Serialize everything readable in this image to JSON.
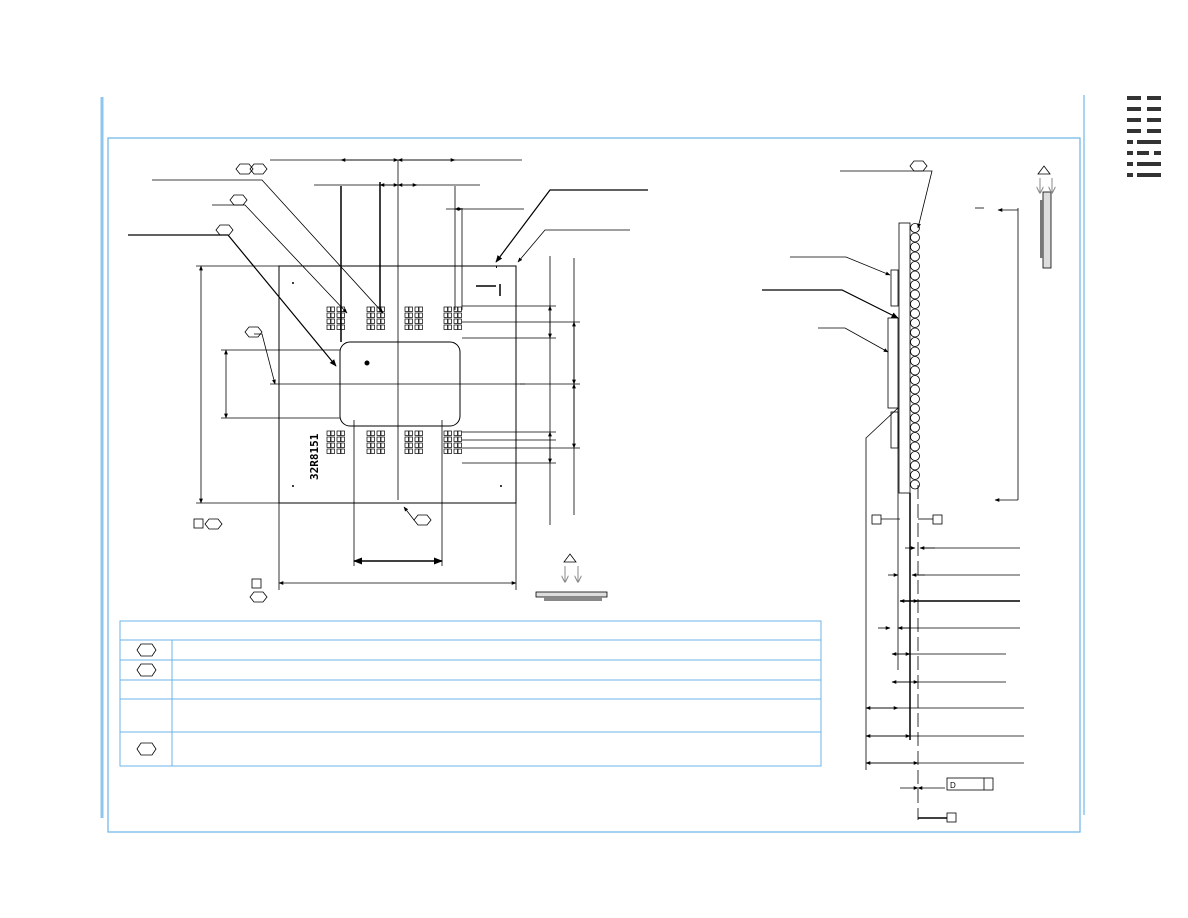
{
  "colors": {
    "frame_outer": "#8ec6ef",
    "frame_inner": "#6cb4ea",
    "line": "#000000",
    "arrow_gray": "#888888",
    "background": "#ffffff"
  },
  "logo": {
    "text": "IBM",
    "icon": "ibm-striped-logo-icon"
  },
  "package": {
    "part_number": "32R8151",
    "package_mark_text": "",
    "datum_box_a": "",
    "datum_box_b": ""
  },
  "legend_table": {
    "rows": [
      {
        "key": "",
        "symbol": "hexagon",
        "text": ""
      },
      {
        "key": "",
        "symbol": "hexagon",
        "text": ""
      },
      {
        "key": "",
        "symbol": "none",
        "text": ""
      },
      {
        "key": "",
        "symbol": "none",
        "text": ""
      },
      {
        "key": "",
        "symbol": "hexagon",
        "text": ""
      }
    ]
  },
  "side_view_detail": {
    "label": "D"
  }
}
